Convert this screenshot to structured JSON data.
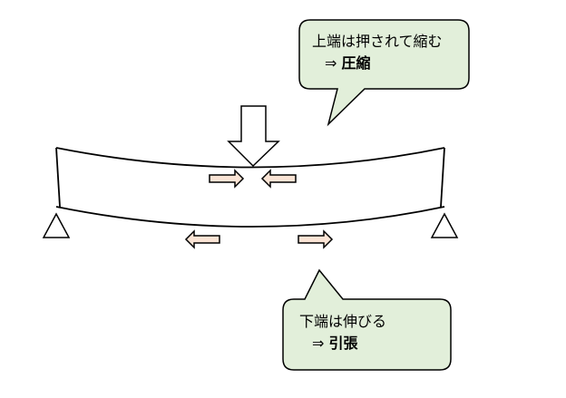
{
  "colors": {
    "callout_fill": "#e2efda",
    "arrow_fill": "#fbe4d5",
    "stroke": "#000000"
  },
  "top_callout": {
    "line1": "上端は押されて縮む",
    "arrow": "⇒",
    "term": "圧縮"
  },
  "bottom_callout": {
    "line1": "下端は伸びる",
    "arrow": "⇒",
    "term": "引張"
  }
}
